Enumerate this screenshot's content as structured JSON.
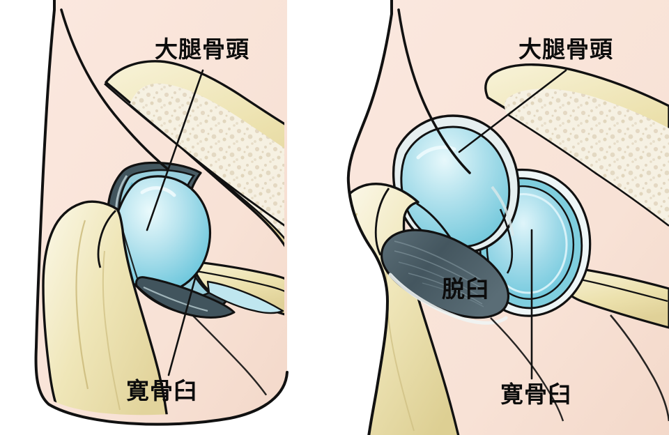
{
  "figure": {
    "type": "medical-illustration",
    "subject": "hip-joint-comparison",
    "background_color": "#ffffff",
    "panel_count": 2
  },
  "colors": {
    "skin": "#f9e4da",
    "skin_shadow": "#f2d5c8",
    "outline": "#111111",
    "bone_cortical": "#efe6b8",
    "bone_cortical_light": "#f7f2d8",
    "bone_trabecular": "#f6f1e3",
    "bone_speckle": "#d9cbb4",
    "cartilage": "#a6dbe8",
    "cartilage_light": "#cfeef5",
    "cartilage_deep": "#63c3da",
    "capsule_dark": "#4a5c66",
    "capsule_mid": "#6d8089",
    "capsule_light": "#dde7e8",
    "label_text": "#0c0c0c",
    "leader_line": "#111111",
    "white": "#ffffff"
  },
  "panels": [
    {
      "id": "left",
      "name": "normal-hip-joint",
      "labels": [
        {
          "id": "femoral-head",
          "text": "大腿骨頭",
          "reading": "daitaikotto",
          "meaning": "femoral head",
          "leader_from": [
            291,
            101
          ],
          "leader_to": [
            211,
            330
          ]
        },
        {
          "id": "acetabulum",
          "text": "寛骨臼",
          "reading": "kankotsukyu",
          "meaning": "acetabulum",
          "leader_from": [
            242,
            538
          ],
          "leader_to": [
            282,
            392
          ]
        }
      ]
    },
    {
      "id": "right",
      "name": "dislocated-hip-joint",
      "labels": [
        {
          "id": "femoral-head",
          "text": "大腿骨頭",
          "reading": "daitaikotto",
          "meaning": "femoral head",
          "leader_from": [
            812,
            101
          ],
          "leader_to": [
            659,
            218
          ]
        },
        {
          "id": "dislocation",
          "text": "脱臼",
          "reading": "dakkyu",
          "meaning": "dislocation",
          "leader_from": null,
          "leader_to": null
        },
        {
          "id": "acetabulum",
          "text": "寛骨臼",
          "reading": "kankotsukyu",
          "meaning": "acetabulum",
          "leader_from": [
            763,
            543
          ],
          "leader_to": [
            763,
            330
          ]
        }
      ]
    }
  ]
}
